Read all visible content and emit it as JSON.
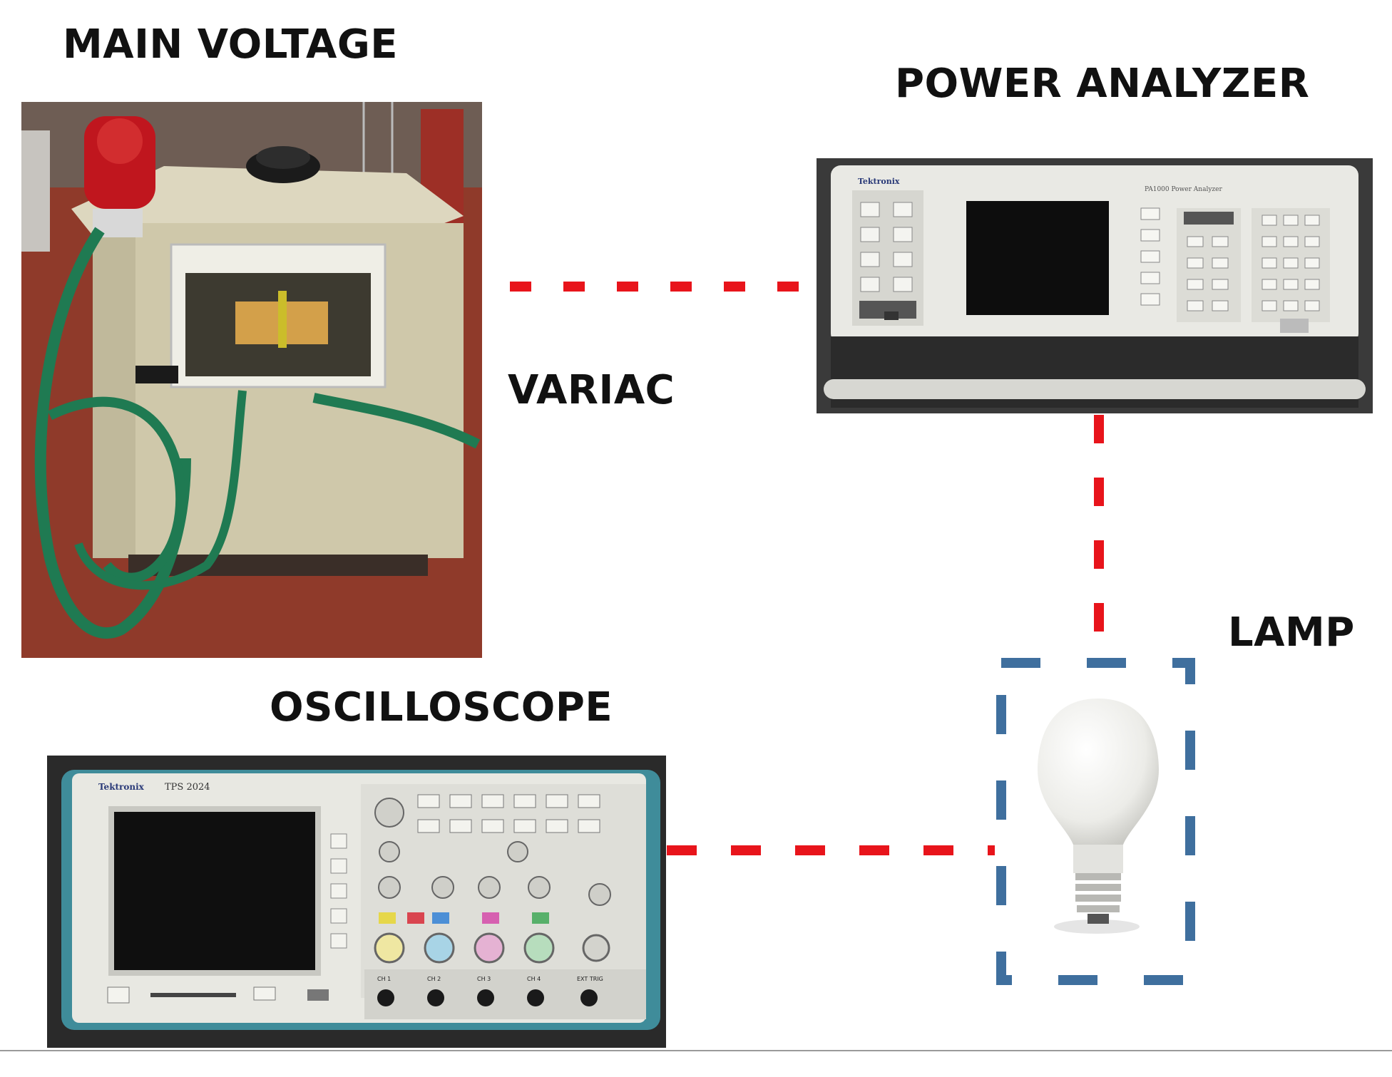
{
  "labels": {
    "main_voltage": "MAIN VOLTAGE",
    "power_analyzer": "POWER ANALYZER",
    "variac": "VARIAC",
    "lamp": "LAMP",
    "oscilloscope": "OSCILLOSCOPE"
  },
  "device_text": {
    "power_analyzer_brand": "Tektronix",
    "power_analyzer_model": "PA1000 Power Analyzer",
    "oscilloscope_brand": "Tektronix",
    "oscilloscope_model": "TPS 2024",
    "osc_channels": [
      "CH 1",
      "CH 2",
      "CH 3",
      "CH 4",
      "EXT TRIG"
    ]
  },
  "colors": {
    "connection": "#e8141b",
    "lamp_box": "#3f6f9e",
    "variac_body": "#cfc8aa",
    "floor": "#8f3a2a",
    "cable": "#1f7a52",
    "instrument": "#e9e9e4"
  }
}
